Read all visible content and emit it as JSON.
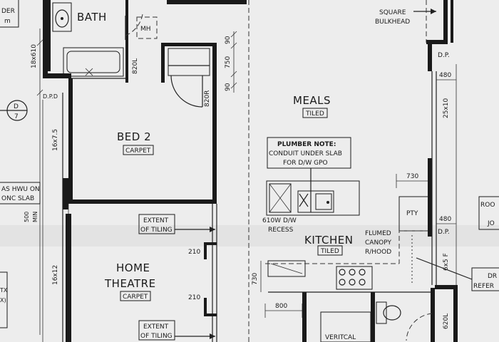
{
  "rooms": {
    "bath": "BATH",
    "mh": "MH",
    "bed2": "BED 2",
    "bed2_finish": "CARPET",
    "meals": "MEALS",
    "meals_finish": "TILED",
    "kitchen": "KITCHEN",
    "kitchen_finish": "TILED",
    "home_theatre_1": "HOME",
    "home_theatre_2": "THEATRE",
    "home_theatre_finish": "CARPET",
    "pty": "PTY",
    "veritcal": "VERITCAL"
  },
  "notes": {
    "square_bulkhead_1": "SQUARE",
    "square_bulkhead_2": "BULKHEAD",
    "plumber_title": "PLUMBER NOTE:",
    "plumber_line1": "CONDUIT UNDER SLAB",
    "plumber_line2": "FOR D/W GPO",
    "extent_tiling_1a": "EXTENT",
    "extent_tiling_1b": "OF TILING",
    "extent_tiling_2a": "EXTENT",
    "extent_tiling_2b": "OF TILING",
    "dw_recess_1": "610W D/W",
    "dw_recess_2": "RECESS",
    "flumed_1": "FLUMED",
    "flumed_2": "CANOPY",
    "flumed_3": "R/HOOD",
    "gas_hwu_1": "AS HWU ON",
    "gas_hwu_2": "ONC SLAB",
    "top_left_1": "DER",
    "top_left_2": "m",
    "right_roo": "ROO",
    "right_jo": "JO",
    "right_dr": "DR",
    "right_refer": "REFER",
    "left_tx_1": "TX",
    "left_tx_2": "X)",
    "section_tag_top": "D",
    "section_tag_bottom": "7"
  },
  "dims": {
    "d18610": "18x610",
    "d820l_top": "820L",
    "d820r": "820R",
    "d90a": "90",
    "d750": "750",
    "d90b": "90",
    "dpd_left": "D.P.D",
    "d16x75": "16x7.5",
    "d500min_1": "500",
    "d500min_2": "MIN",
    "d16x12": "16x12",
    "d210a": "210",
    "d210b": "210",
    "d730_top": "730",
    "d730_left": "730",
    "d800": "800",
    "d480a": "480",
    "d480b": "480",
    "d25x10": "25x10",
    "d6x5f": "6x5 F",
    "dp_top": "D.P.",
    "dp_mid": "D.P.",
    "d620l": "620L"
  }
}
